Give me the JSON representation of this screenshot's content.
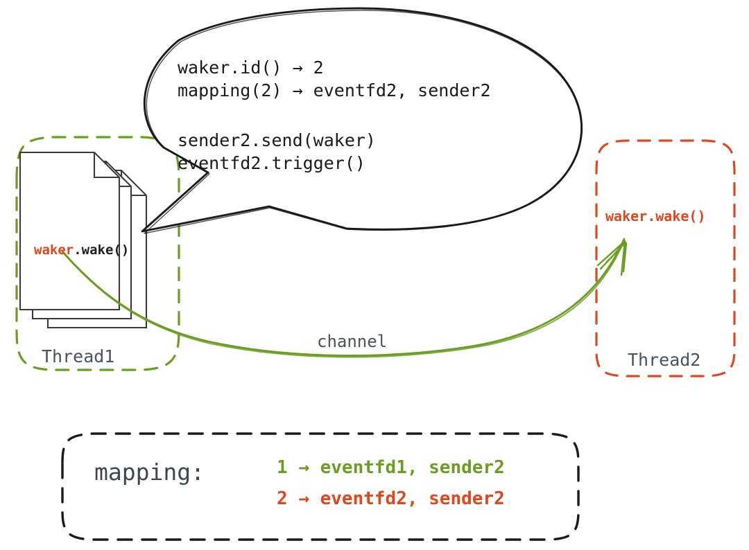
{
  "colors": {
    "green": "#6a9e22",
    "orange": "#e1471c",
    "gray_text": "#4a525c",
    "dark_text": "#1a1a1a",
    "stroke_black": "#1a1a1a",
    "background": "#ffffff"
  },
  "bubble": {
    "lines": [
      "waker.id() → 2",
      "mapping(2) → eventfd2, sender2",
      "",
      "sender2.send(waker)",
      "eventfd2.trigger()"
    ]
  },
  "thread1": {
    "label": "Thread1",
    "document_code_highlight": "waker",
    "document_code_rest": ".wake()"
  },
  "thread2": {
    "label": "Thread2",
    "code": "waker.wake()"
  },
  "channel": {
    "label": "channel"
  },
  "mapping": {
    "title": "mapping:",
    "rows": [
      {
        "key": "1",
        "arrow": "→",
        "value": "eventfd1, sender2",
        "color": "green"
      },
      {
        "key": "2",
        "arrow": "→",
        "value": "eventfd2, sender2",
        "color": "orange"
      }
    ]
  },
  "icons": {
    "document_stack": "document-stack-icon",
    "speech_bubble": "speech-bubble-icon",
    "arrow_right": "arrow-right-icon",
    "channel_curve": "channel-curve-icon",
    "wake_arrow": "wake-arrow-icon"
  }
}
